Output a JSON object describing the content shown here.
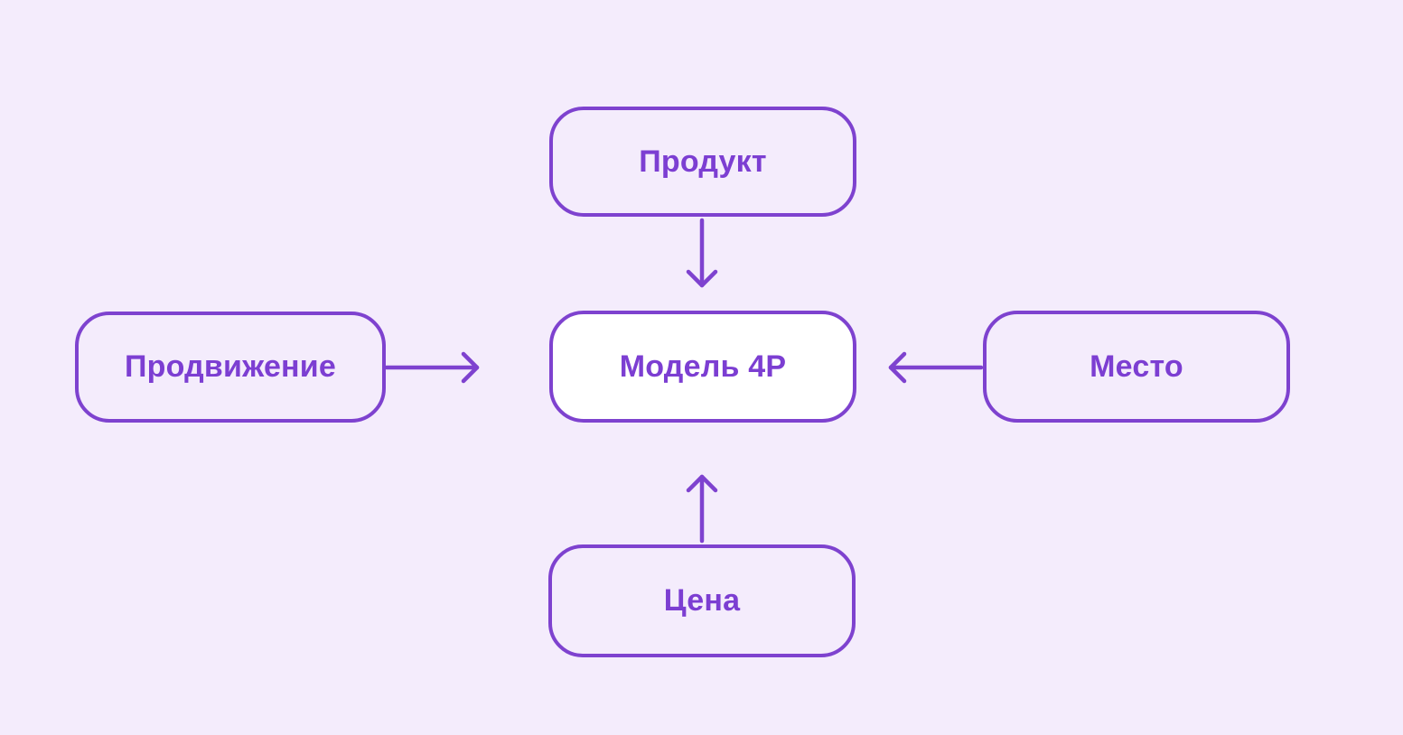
{
  "canvas": {
    "background_color": "#F4ECFC",
    "accent_color": "#7E42CF",
    "text_color": "#7C3ED2",
    "center_node_fill": "#FFFFFF"
  },
  "diagram": {
    "nodes": [
      {
        "id": "product",
        "label": "Продукт",
        "position": "top"
      },
      {
        "id": "promotion",
        "label": "Продвижение",
        "position": "left"
      },
      {
        "id": "model-4p",
        "label": "Модель 4P",
        "position": "center"
      },
      {
        "id": "place",
        "label": "Место",
        "position": "right"
      },
      {
        "id": "price",
        "label": "Цена",
        "position": "bottom"
      }
    ],
    "edges": [
      {
        "from": "product",
        "to": "model-4p",
        "direction": "down"
      },
      {
        "from": "promotion",
        "to": "model-4p",
        "direction": "right"
      },
      {
        "from": "place",
        "to": "model-4p",
        "direction": "left"
      },
      {
        "from": "price",
        "to": "model-4p",
        "direction": "up"
      }
    ]
  }
}
